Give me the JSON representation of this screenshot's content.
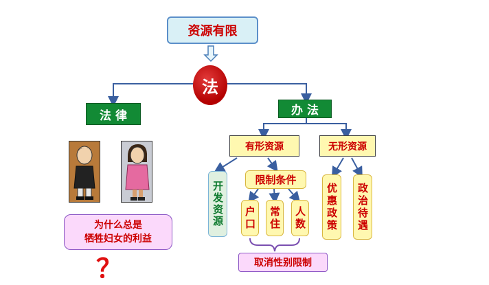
{
  "diagram": {
    "top_title": "资源有限",
    "center": "法",
    "law": "法 律",
    "method": "办 法",
    "tangible": "有形资源",
    "intangible": "无形资源",
    "develop": "开发资源",
    "restrict": "限制条件",
    "hukou": "户口",
    "residence": "常住",
    "population": "人数",
    "preferential": "优惠政策",
    "political": "政治待遇",
    "cancel": "取消性别限制",
    "question_line1": "为什么总是",
    "question_line2": "牺牲妇女的利益",
    "question_mark": "？"
  },
  "colors": {
    "red": "#cc0000",
    "green": "#128a35",
    "yellow": "#fff8b0",
    "pink": "#fbd9fb",
    "line": "#3a5fa0"
  },
  "figures": [
    "boy-illustration",
    "girl-illustration"
  ]
}
